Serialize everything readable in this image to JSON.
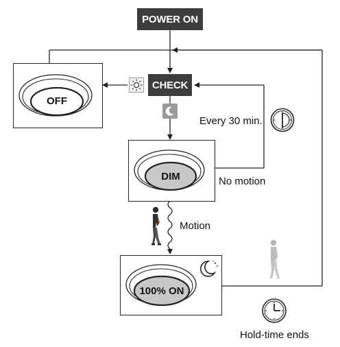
{
  "power_on": "POWER ON",
  "check": "CHECK",
  "states": {
    "off": "OFF",
    "dim": "DIM",
    "full_on": "100% ON"
  },
  "labels": {
    "every_30": "Every 30 min.",
    "no_motion": "No motion",
    "motion": "Motion",
    "hold_time": "Hold-time ends"
  },
  "icons": [
    "sun-icon",
    "moon-icon",
    "clock-icon",
    "person-walking-icon",
    "person-shadow-icon",
    "night-icon"
  ]
}
